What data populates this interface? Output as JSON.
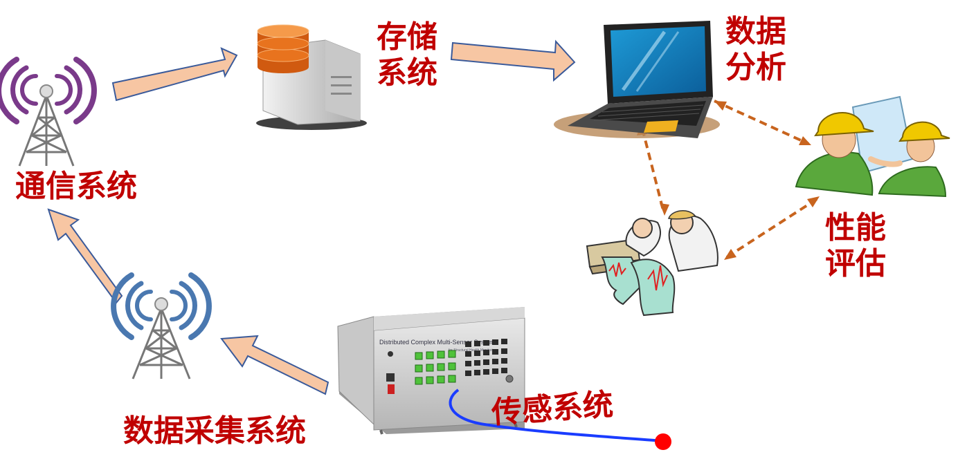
{
  "labels": {
    "storage": [
      "存储",
      "系统"
    ],
    "analysis": [
      "数据",
      "分析"
    ],
    "communication": "通信系统",
    "evaluation": [
      "性能",
      "评估"
    ],
    "sensing": "传感系统",
    "acquisition": "数据采集系统"
  },
  "device_panel": {
    "title": "Distributed Complex Multi-Sensor System",
    "subtitle": "for Structural Health Monitoring"
  },
  "colors": {
    "label": "#c00000",
    "flow_arrow_fill": "#f7c6a3",
    "flow_arrow_stroke": "#3a5a9a",
    "dashed_link": "#c8641e",
    "sensor_cable": "#1a3cff",
    "sensor_point": "#ff0000",
    "tower_top_waves": "#7a3a8a",
    "tower_bottom_waves": "#4a78b0",
    "database_disks": "#e8731e",
    "laptop_screen": "#1e9ad6",
    "helmet": "#f0c800",
    "worker_shirt": "#5aa83c"
  },
  "icons": [
    "antenna-tower-icon",
    "database-server-icon",
    "laptop-icon",
    "engineers-icon",
    "scientists-seismograph-icon",
    "acquisition-device-icon"
  ]
}
